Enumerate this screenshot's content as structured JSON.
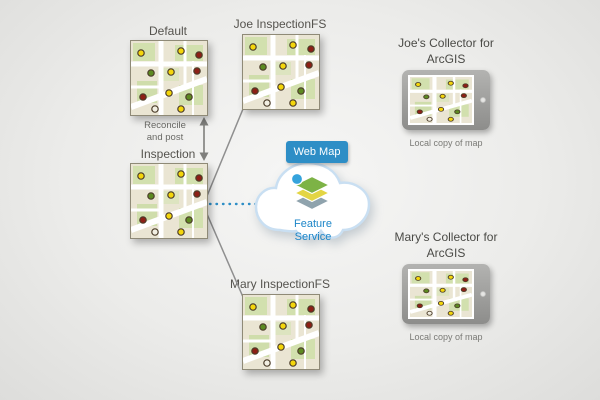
{
  "versions": {
    "default_label": "Default",
    "joe_label": "Joe InspectionFS",
    "inspection_label": "Inspection",
    "mary_label": "Mary InspectionFS"
  },
  "workflow": {
    "reconcile_label": "Reconcile and post"
  },
  "cloud": {
    "web_map_label": "Web Map",
    "feature_service_label": "Feature Service"
  },
  "collectors": {
    "joe": {
      "title": "Joe's Collector for ArcGIS",
      "caption": "Local copy of map"
    },
    "mary": {
      "title": "Mary's Collector for ArcGIS",
      "caption": "Local copy of map"
    }
  },
  "colors": {
    "web_map_blue": "#2e8ec6",
    "feature_service_blue": "#1d86c8",
    "connector_gray": "#8f8f8f",
    "dotted_line_blue": "#2e8ec6"
  }
}
